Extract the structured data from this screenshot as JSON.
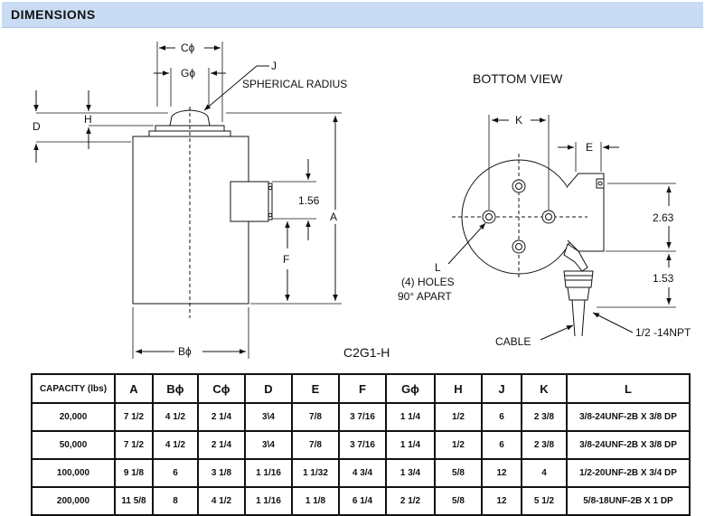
{
  "header": {
    "title": "DIMENSIONS"
  },
  "side_view": {
    "model": "C2G1-H",
    "labels": {
      "c_phi": "Cϕ",
      "g_phi": "Gϕ",
      "j": "J",
      "spherical_radius": "SPHERICAL RADIUS",
      "d": "D",
      "h": "H",
      "a": "A",
      "f": "F",
      "dim_156": "1.56",
      "b_phi": "Bϕ"
    }
  },
  "bottom_view": {
    "title": "BOTTOM VIEW",
    "labels": {
      "k": "K",
      "e": "E",
      "dim_263": "2.63",
      "dim_153": "1.53",
      "l": "L",
      "holes_1": "(4) HOLES",
      "holes_2": "90° APART",
      "cable": "CABLE",
      "npt": "1/2 -14NPT"
    }
  },
  "table": {
    "headers": [
      "CAPACITY (lbs)",
      "A",
      "Bϕ",
      "Cϕ",
      "D",
      "E",
      "F",
      "Gϕ",
      "H",
      "J",
      "K",
      "L"
    ],
    "rows": [
      [
        "20,000",
        "7 1/2",
        "4 1/2",
        "2 1/4",
        "3\\4",
        "7/8",
        "3 7/16",
        "1 1/4",
        "1/2",
        "6",
        "2 3/8",
        "3/8-24UNF-2B X 3/8 DP"
      ],
      [
        "50,000",
        "7 1/2",
        "4 1/2",
        "2 1/4",
        "3\\4",
        "7/8",
        "3 7/16",
        "1 1/4",
        "1/2",
        "6",
        "2 3/8",
        "3/8-24UNF-2B X 3/8 DP"
      ],
      [
        "100,000",
        "9 1/8",
        "6",
        "3 1/8",
        "1 1/16",
        "1 1/32",
        "4 3/4",
        "1 3/4",
        "5/8",
        "12",
        "4",
        "1/2-20UNF-2B X 3/4 DP"
      ],
      [
        "200,000",
        "11 5/8",
        "8",
        "4 1/2",
        "1 1/16",
        "1 1/8",
        "6 1/4",
        "2 1/2",
        "5/8",
        "12",
        "5 1/2",
        "5/8-18UNF-2B X 1 DP"
      ]
    ]
  }
}
